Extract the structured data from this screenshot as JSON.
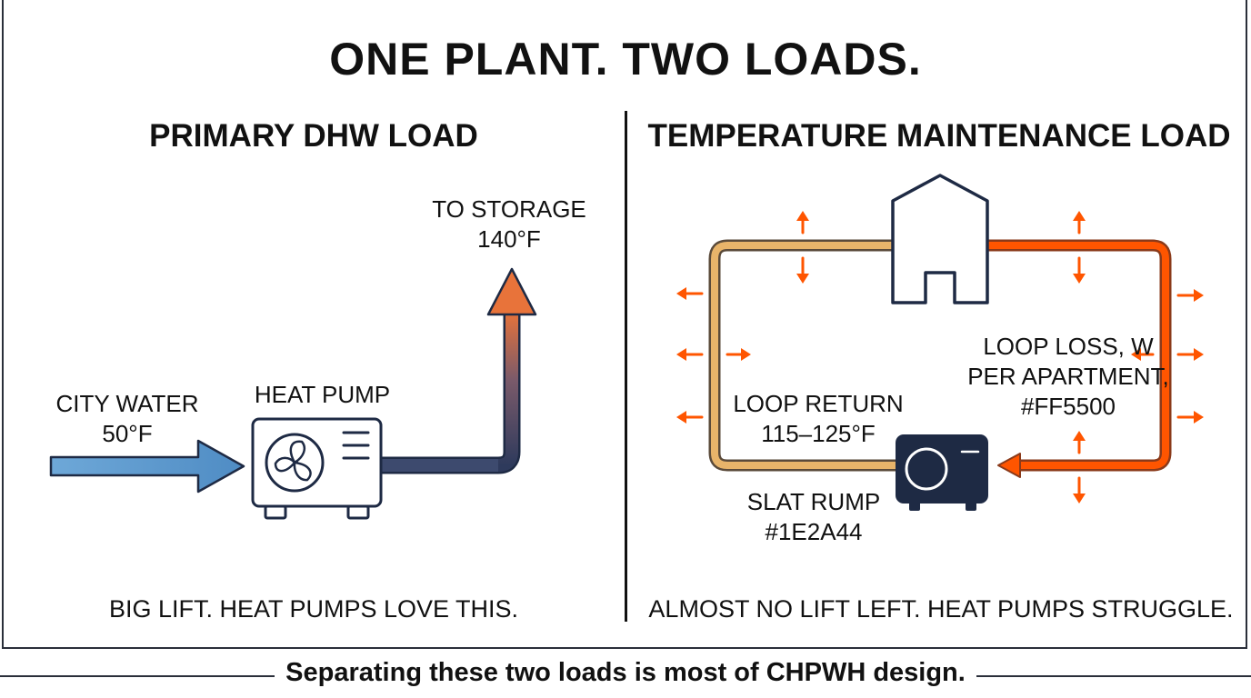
{
  "title": "ONE PLANT. TWO LOADS.",
  "left": {
    "heading": "PRIMARY DHW LOAD",
    "to_storage_line1": "TO STORAGE",
    "to_storage_line2": "140°F",
    "city_water_line1": "CITY WATER",
    "city_water_line2": "50°F",
    "heat_pump": "HEAT PUMP",
    "caption": "BIG LIFT. HEAT PUMPS LOVE THIS."
  },
  "right": {
    "heading": "TEMPERATURE MAINTENANCE LOAD",
    "loop_loss_line1": "LOOP LOSS, W",
    "loop_loss_line2": "PER APARTMENT,",
    "loop_loss_line3": "#FF5500",
    "loop_return_line1": "LOOP RETURN",
    "loop_return_line2": "115–125°F",
    "pump_line1": "SLAT RUMP",
    "pump_line2": "#1E2A44",
    "caption": "ALMOST NO LIFT LEFT. HEAT PUMPS STRUGGLE."
  },
  "footer": "Separating these two loads is most of CHPWH design.",
  "colors": {
    "navy": "#1E2A44",
    "loss_orange": "#FF5500",
    "cold_blue": "#5b9bd5",
    "warm_tan": "#e8b46a",
    "hot_orange": "#e8733a"
  },
  "icons": [
    "fan-icon",
    "building-icon",
    "pump-icon",
    "heat-loss-arrow-icon"
  ]
}
